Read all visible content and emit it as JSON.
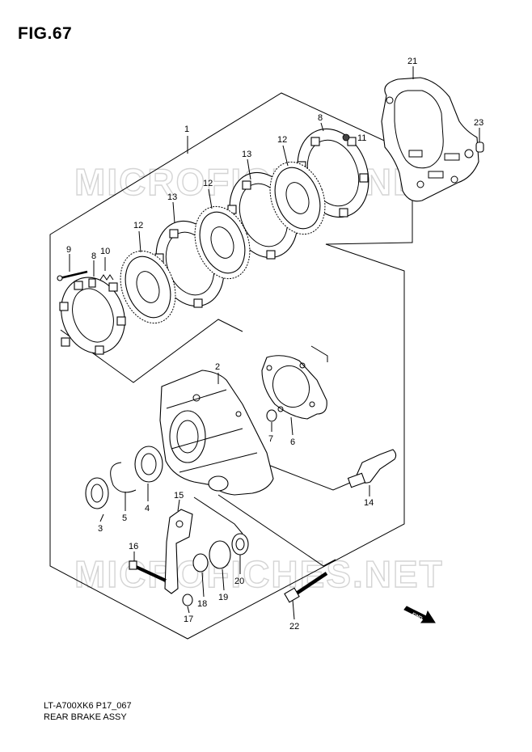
{
  "figure": {
    "title": "FIG.67"
  },
  "footer": {
    "code": "LT-A700XK6 P17_067",
    "caption": "REAR BRAKE ASSY"
  },
  "watermark": "MICROFICHES.NET",
  "direction_label": "FWD",
  "callouts": {
    "c1": "1",
    "c2": "2",
    "c3": "3",
    "c4": "4",
    "c5": "5",
    "c6": "6",
    "c7": "7",
    "c8a": "8",
    "c8b": "8",
    "c9": "9",
    "c10": "10",
    "c11": "11",
    "c12a": "12",
    "c12b": "12",
    "c12c": "12",
    "c13a": "13",
    "c13b": "13",
    "c14": "14",
    "c15": "15",
    "c16": "16",
    "c17": "17",
    "c18": "18",
    "c19": "19",
    "c20": "20",
    "c21": "21",
    "c22": "22",
    "c23": "23"
  }
}
